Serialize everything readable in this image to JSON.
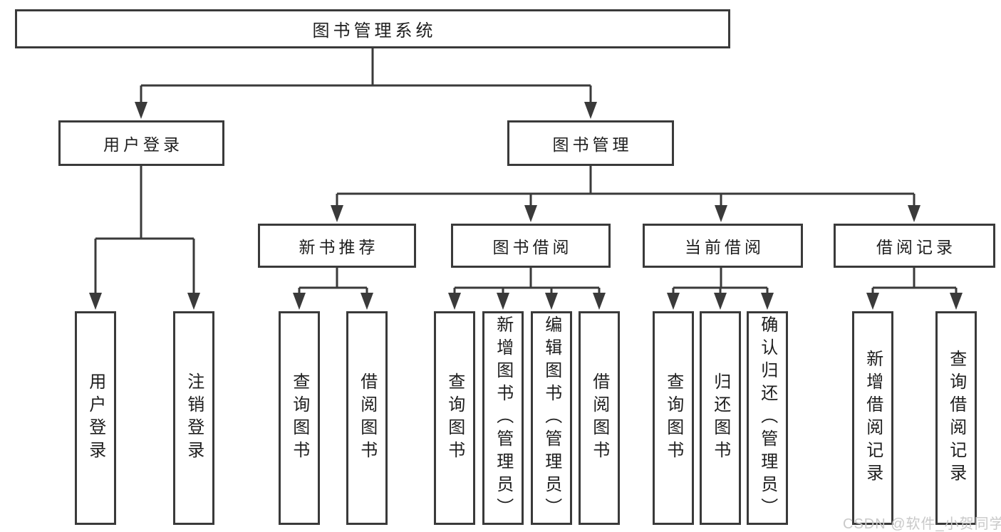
{
  "diagram": {
    "root": {
      "label": "图书管理系统"
    },
    "branches": [
      {
        "label": "用户登录",
        "children": [
          {
            "label": "用户登录"
          },
          {
            "label": "注销登录"
          }
        ]
      },
      {
        "label": "图书管理",
        "children": [
          {
            "label": "新书推荐",
            "children": [
              {
                "label": "查询图书"
              },
              {
                "label": "借阅图书"
              }
            ]
          },
          {
            "label": "图书借阅",
            "children": [
              {
                "label": "查询图书"
              },
              {
                "label": "新增图书（管理员）"
              },
              {
                "label": "编辑图书（管理员）"
              },
              {
                "label": "借阅图书"
              }
            ]
          },
          {
            "label": "当前借阅",
            "children": [
              {
                "label": "查询图书"
              },
              {
                "label": "归还图书"
              },
              {
                "label": "确认归还（管理员）"
              }
            ]
          },
          {
            "label": "借阅记录",
            "children": [
              {
                "label": "新增借阅记录"
              },
              {
                "label": "查询借阅记录"
              }
            ]
          }
        ]
      }
    ]
  },
  "watermark": {
    "text": "CSDN @软件_小贺同学"
  },
  "colors": {
    "line": "#3a3a3a",
    "text": "#1e1e1e",
    "watermark": "#c9c9c9",
    "background": "#ffffff"
  }
}
